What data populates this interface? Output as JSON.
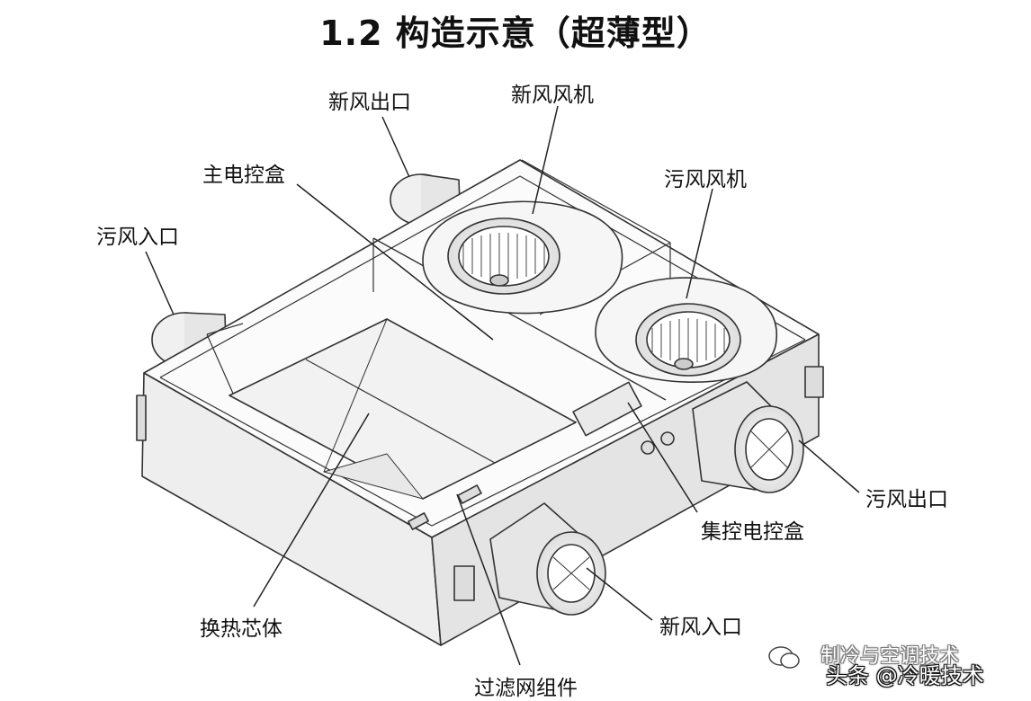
{
  "title": "1.2 构造示意（超薄型）",
  "labels": {
    "fresh_air_outlet": "新风出口",
    "fresh_air_fan": "新风风机",
    "main_control_box": "主电控盒",
    "exhaust_fan": "污风风机",
    "exhaust_inlet": "污风入口",
    "exhaust_outlet": "污风出口",
    "central_control_box": "集控电控盒",
    "heat_exchange_core": "换热芯体",
    "fresh_air_inlet": "新风入口",
    "filter_assembly": "过滤网组件"
  },
  "watermark": {
    "line1": "制冷与空调技术",
    "line2": "头条 @冷暖技术"
  },
  "colors": {
    "line": "#333333",
    "fill_light": "#f4f4f4",
    "fill_mid": "#e2e2e2",
    "fill_dark": "#cfcfcf"
  }
}
